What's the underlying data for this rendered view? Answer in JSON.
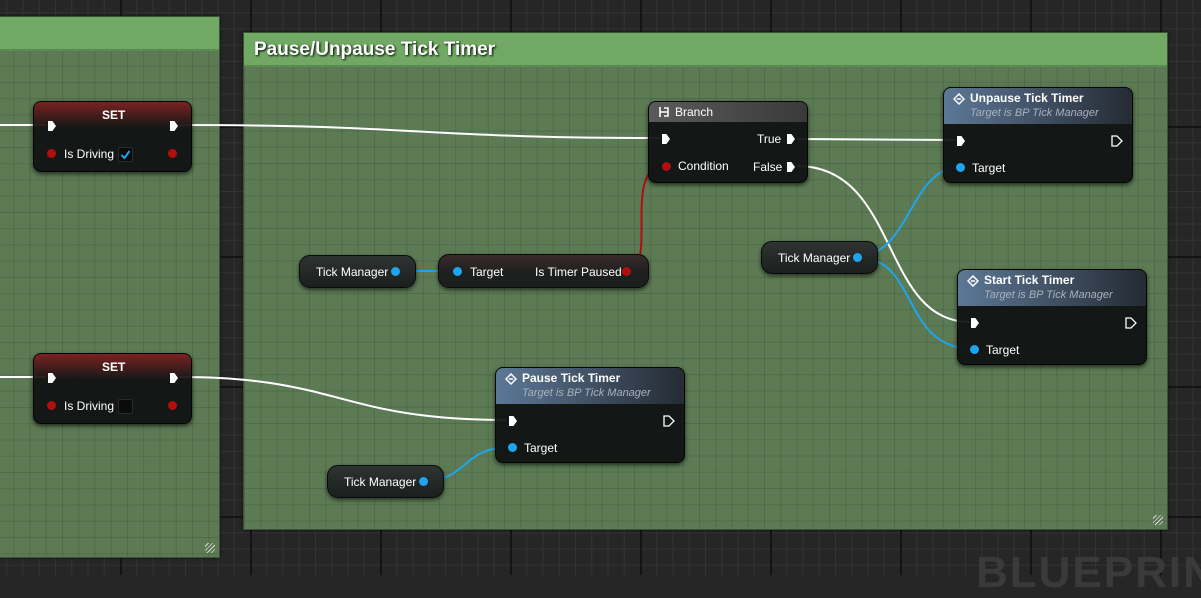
{
  "editor": {
    "watermark": "BLUEPRINT"
  },
  "comments": {
    "left_title": "",
    "main_title": "Pause/Unpause Tick Timer"
  },
  "set_nodes": [
    {
      "title": "SET",
      "var_label": "Is Driving",
      "checked": true
    },
    {
      "title": "SET",
      "var_label": "Is Driving",
      "checked": false
    }
  ],
  "branch": {
    "title": "Branch",
    "true_label": "True",
    "false_label": "False",
    "condition_label": "Condition"
  },
  "is_timer_paused": {
    "target_label": "Target",
    "output_label": "Is Timer Paused"
  },
  "function_nodes": {
    "unpause": {
      "title": "Unpause Tick Timer",
      "subtitle": "Target is BP Tick Manager",
      "target_label": "Target"
    },
    "start": {
      "title": "Start Tick Timer",
      "subtitle": "Target is BP Tick Manager",
      "target_label": "Target"
    },
    "pause": {
      "title": "Pause Tick Timer",
      "subtitle": "Target is BP Tick Manager",
      "target_label": "Target"
    }
  },
  "variable_getters": [
    {
      "label": "Tick Manager"
    },
    {
      "label": "Tick Manager"
    },
    {
      "label": "Tick Manager"
    }
  ],
  "colors": {
    "exec_wire": "#ffffff",
    "object_pin": "#1fa5ee",
    "bool_pin": "#b20e0e",
    "comment_header": "#71a864",
    "comment_body": "#5c7b54"
  }
}
